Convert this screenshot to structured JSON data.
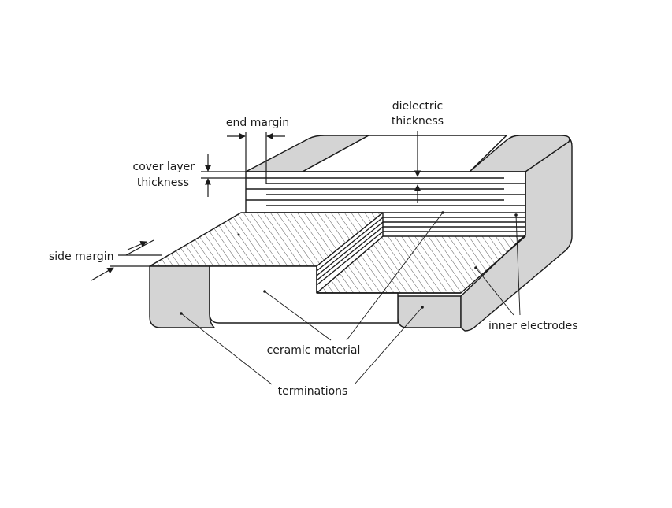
{
  "labels": {
    "dielectric_line1": "dielectric",
    "dielectric_line2": "thickness",
    "end_margin": "end margin",
    "cover_layer_line1": "cover layer",
    "cover_layer_line2": "thickness",
    "side_margin": "side margin",
    "inner_electrodes": "inner electrodes",
    "ceramic_material": "ceramic material",
    "terminations": "terminations"
  },
  "colors": {
    "line": "#1a1a1a",
    "termination_fill": "#d4d4d4",
    "body_fill": "#ffffff",
    "hatch": "#4a4a4a"
  }
}
